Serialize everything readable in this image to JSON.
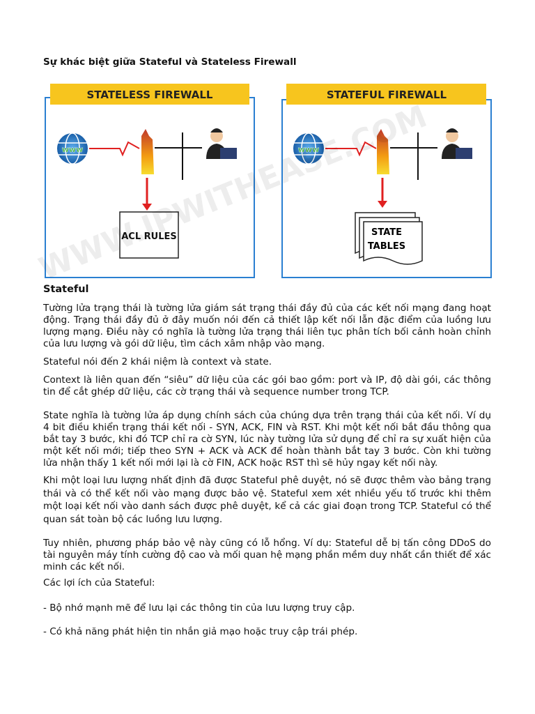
{
  "title": "Sự khác biệt giữa Stateful và Stateless Firewall",
  "figure": {
    "left_header": "STATELESS FIREWALL",
    "left_box": "ACL RULES",
    "right_header": "STATEFUL FIREWALL",
    "right_box_line1": "STATE",
    "right_box_line2": "TABLES",
    "watermark": "WWW.IPWITHEASE.COM",
    "globe_label": "www",
    "colors": {
      "header": "#f7c51e",
      "border": "#2a7fd1",
      "arrow": "#e02020"
    }
  },
  "section_heading": "Stateful",
  "paragraphs": [
    "Tường lửa trạng thái là tường lửa giám sát trạng thái đầy đủ của các kết nối mạng đang hoạt động. Trạng thái đầy đủ ở đây muốn nói đến cả thiết lập kết nối lẫn đặc điểm của luồng lưu lượng mạng. Điều này có nghĩa là tường lửa trạng thái liên tục phân tích bối cảnh hoàn chỉnh của lưu lượng và gói dữ liệu, tìm cách xâm nhập vào mạng.",
    "Stateful nói đến 2 khái niệm là context và state.",
    "Context là liên quan đến “siêu” dữ liệu của các gói bao gồm: port và IP, độ dài gói, các thông tin để cắt ghép dữ liệu, các cờ trạng thái và sequence number trong TCP.",
    "State nghĩa là tường lửa áp dụng chính sách của chúng dựa trên trạng thái của kết nối. Ví dụ 4 bit điều khiển trạng thái kết nối - SYN, ACK, FIN và RST. Khi một kết nối bắt đầu thông qua bắt tay 3 bước, khi đó TCP chỉ ra cờ SYN, lúc này tường lửa sử dụng để chỉ ra sự xuất hiện của một kết nối mới; tiếp theo SYN + ACK và ACK để hoàn thành bắt tay 3 bước. Còn khi tường lửa nhận thấy 1 kết nối mới lại là cờ FIN, ACK hoặc RST thì sẽ hủy ngay kết nối này.",
    "Khi một loại lưu lượng nhất định đã được Stateful phê duyệt, nó sẽ được thêm vào bảng trạng thái và có thể kết nối vào mạng được bảo vệ. Stateful xem xét nhiều yếu tố trước khi thêm một loại kết nối vào danh sách được phê duyệt, kể cả các giai đoạn trong TCP. Stateful có thể quan sát toàn bộ các luồng lưu lượng.",
    "Tuy nhiên, phương pháp bảo vệ này cũng có lỗ hổng. Ví dụ: Stateful dễ bị tấn công DDoS do tài nguyên máy tính cường độ cao và mối quan hệ mạng phần mềm duy nhất cần thiết để xác minh các kết nối.",
    "Các lợi ích của Stateful:",
    "- Bộ nhớ mạnh mẽ để lưu lại các thông tin của lưu lượng truy cập.",
    "- Có khả năng phát hiện tin nhắn giả mạo hoặc truy cập trái phép."
  ]
}
